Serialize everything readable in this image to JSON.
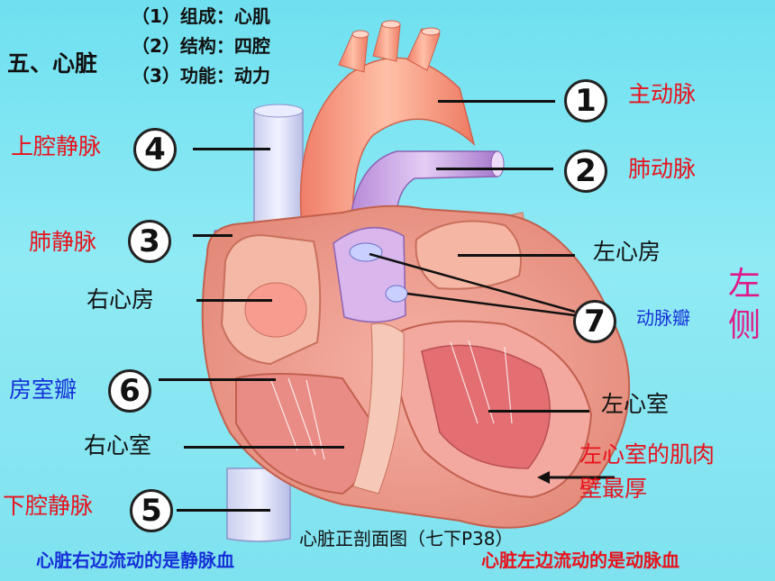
{
  "header": {
    "title": "五、心脏",
    "items": [
      "（1）组成：心肌",
      "（2）结构：四腔",
      "（3）功能：动力"
    ]
  },
  "numbers": [
    "1",
    "2",
    "3",
    "4",
    "5",
    "6",
    "7"
  ],
  "labels": {
    "aorta": "主动脉",
    "pulmonary_artery": "肺动脉",
    "superior_vena_cava": "上腔静脉",
    "pulmonary_vein": "肺静脉",
    "right_atrium": "右心房",
    "left_atrium": "左心房",
    "aortic_valve": "动脉瓣",
    "av_valve": "房室瓣",
    "left_ventricle": "左心室",
    "right_ventricle": "右心室",
    "left_ventricle_wall_1": "左心室的肌肉",
    "left_ventricle_wall_2": "壁最厚",
    "inferior_vena_cava": "下腔静脉",
    "left_side_1": "左",
    "left_side_2": "侧"
  },
  "caption": "心脏正剖面图（七下P38）",
  "footer": {
    "right_side": "心脏右边流动的是静脉血",
    "left_side": "心脏左边流动的是动脉血"
  },
  "colors": {
    "background": "#7fe2ef",
    "red_label": "#e8121c",
    "blue_label": "#1630d8",
    "side_label": "#e0188a"
  }
}
